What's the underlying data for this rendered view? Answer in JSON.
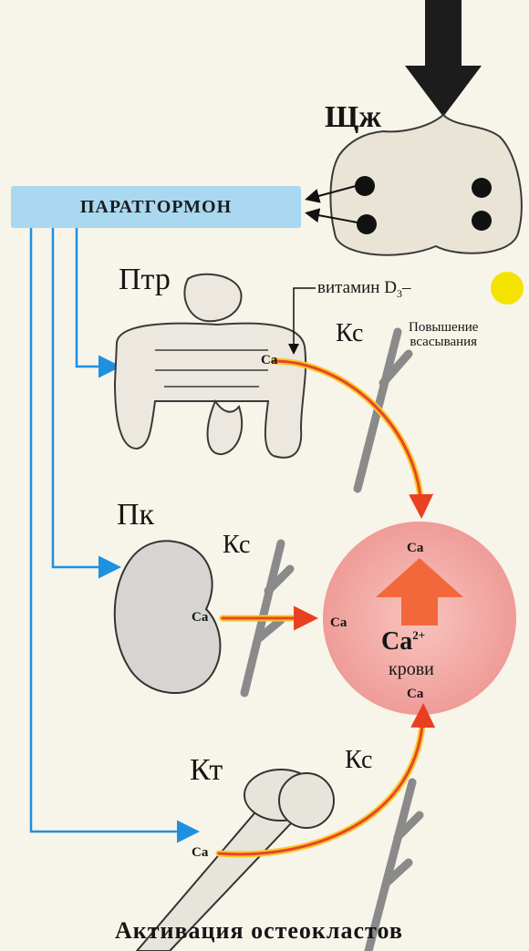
{
  "hormone": "ПАРАТГОРМОН",
  "organs": {
    "thyroid": "Щж",
    "intestine": "Птр",
    "kidney": "Пк",
    "bone": "Кт"
  },
  "vessel_label": "Кс",
  "vitamin": {
    "name": "витамин D",
    "sub": "3",
    "dash": "–"
  },
  "absorption_note": {
    "line1": "Повышение",
    "line2": "всасывания"
  },
  "calcium": {
    "symbol": "Ca",
    "charge": "2+",
    "blood": "крови"
  },
  "caption": "Активация остеокластов",
  "colors": {
    "hormone_box": "#a9d8f0",
    "blue_line": "#1e90e0",
    "flow_arrow": "#f06030",
    "vitamin_dot": "#f4e200",
    "blood_pool": "#f4aaa6"
  }
}
